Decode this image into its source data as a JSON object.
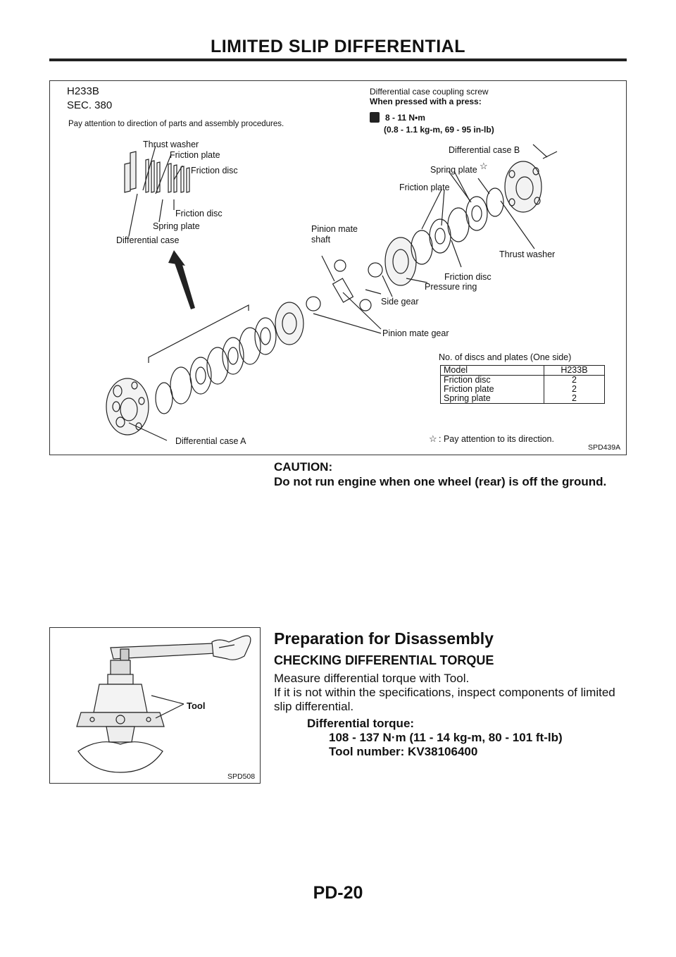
{
  "header": {
    "title": "LIMITED SLIP DIFFERENTIAL"
  },
  "figure1": {
    "model": "H233B",
    "sec": "SEC. 380",
    "note": "Pay attention to direction of parts and assembly procedures.",
    "screw_title": "Differential case coupling screw",
    "press_note": "When pressed with a press:",
    "torque_line1": "8 - 11 N•m",
    "torque_line2": "(0.8 - 1.1 kg-m, 69 - 95 in-lb)",
    "labels": {
      "thrust_washer": "Thrust washer",
      "friction_plate": "Friction plate",
      "friction_disc": "Friction disc",
      "friction_disc2": "Friction disc",
      "spring_plate": "Spring plate",
      "differential_case": "Differential case",
      "pinion_mate_shaft_1": "Pinion mate",
      "pinion_mate_shaft_2": "shaft",
      "differential_case_b": "Differential case B",
      "spring_plate_r": "Spring plate",
      "friction_plate_r": "Friction plate",
      "thrust_washer_r": "Thrust washer",
      "friction_disc_r": "Friction disc",
      "pressure_ring": "Pressure ring",
      "side_gear": "Side gear",
      "pinion_mate_gear": "Pinion mate gear",
      "differential_case_a": "Differential case A"
    },
    "table_title": "No. of discs and plates (One side)",
    "table": {
      "headers": [
        "Model",
        "H233B"
      ],
      "rows": [
        [
          "Friction disc",
          "2"
        ],
        [
          "Friction plate",
          "2"
        ],
        [
          "Spring plate",
          "2"
        ]
      ]
    },
    "star_symbol": "☆",
    "star_note": ": Pay attention to its direction.",
    "code": "SPD439A"
  },
  "caution": {
    "title": "CAUTION:",
    "text": "Do not run engine when one wheel (rear) is off the ground."
  },
  "figure2": {
    "tool_label": "Tool",
    "code": "SPD508"
  },
  "section": {
    "heading": "Preparation for Disassembly",
    "subheading": "CHECKING DIFFERENTIAL TORQUE",
    "para1": "Measure differential torque with Tool.",
    "para2": "If it is not within the specifications, inspect components of limited slip differential.",
    "spec_label": "Differential torque:",
    "spec_value": "108 - 137 N·m (11 - 14 kg-m, 80 - 101 ft-lb)",
    "tool_number": "Tool number: KV38106400"
  },
  "footer": {
    "page": "PD-20"
  }
}
